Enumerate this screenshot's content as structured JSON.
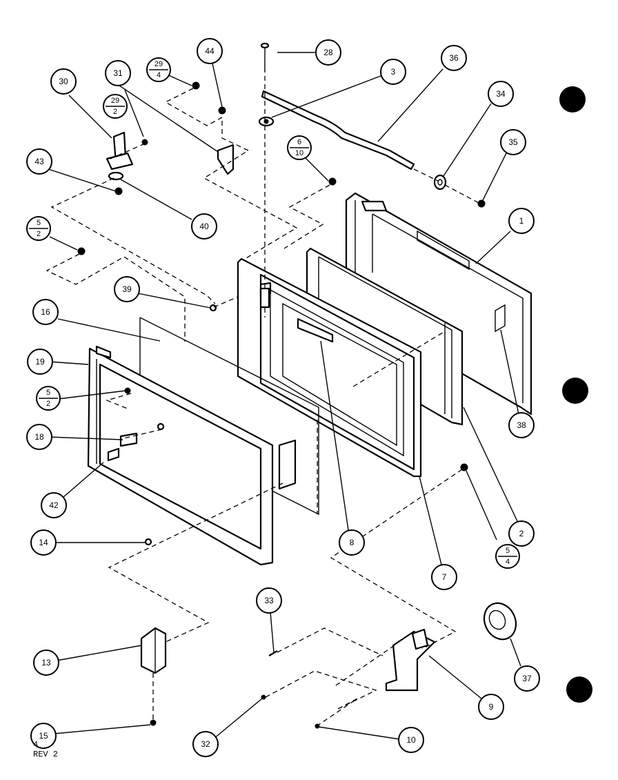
{
  "balloons": {
    "b1": "1",
    "b2": "2",
    "b3": "3",
    "b7": "7",
    "b8": "8",
    "b9": "9",
    "b10": "10",
    "b13": "13",
    "b14": "14",
    "b15": "15",
    "b16": "16",
    "b18": "18",
    "b19": "19",
    "b28": "28",
    "b30": "30",
    "b31": "31",
    "b32": "32",
    "b33": "33",
    "b34": "34",
    "b35": "35",
    "b36": "36",
    "b37": "37",
    "b38": "38",
    "b39": "39",
    "b40": "40",
    "b42": "42",
    "b43": "43",
    "b44": "44"
  },
  "fractions": {
    "f29_4": {
      "top": "29",
      "bottom": "4"
    },
    "f29_2": {
      "top": "29",
      "bottom": "2"
    },
    "f6_10": {
      "top": "6",
      "bottom": "10"
    },
    "f5_2a": {
      "top": "5",
      "bottom": "2"
    },
    "f5_2b": {
      "top": "5",
      "bottom": "2"
    },
    "f5_4": {
      "top": "5",
      "bottom": "4"
    }
  },
  "footer": {
    "page": "4",
    "rev": "REV 2"
  }
}
